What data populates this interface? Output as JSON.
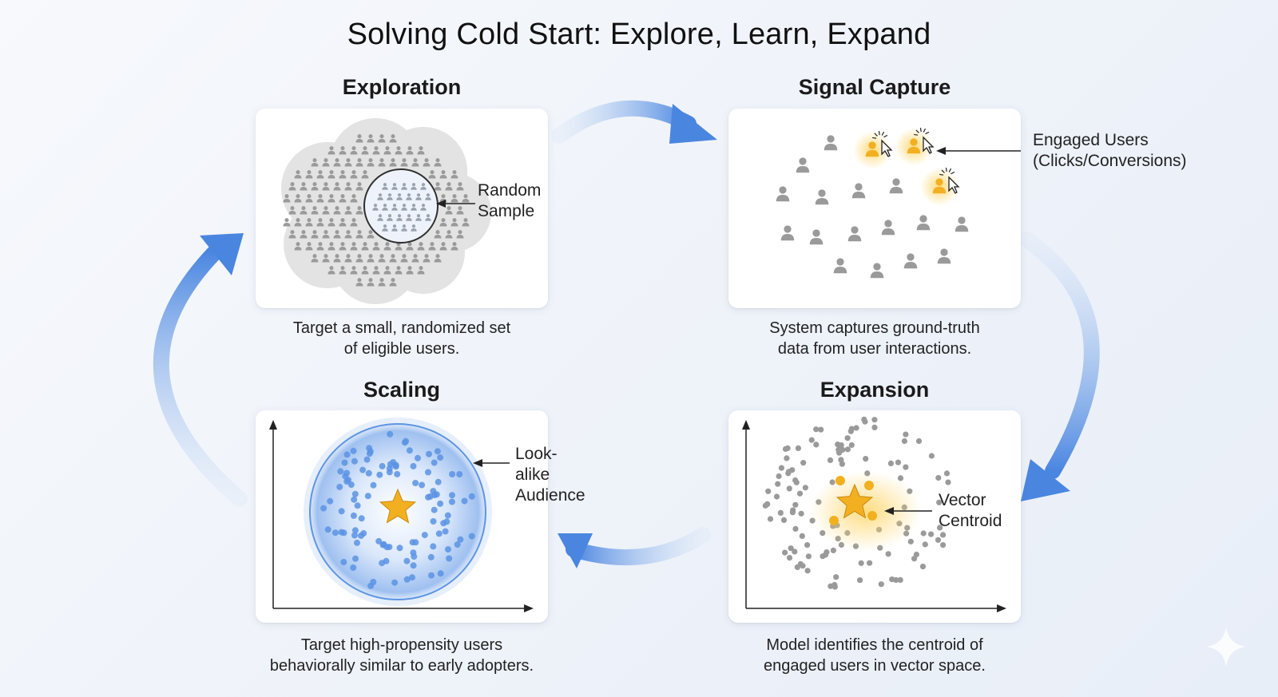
{
  "title": "Solving Cold Start: Explore, Learn, Expand",
  "stages": {
    "exploration": {
      "title": "Exploration",
      "callout": [
        "Random",
        "Sample"
      ],
      "caption": [
        "Target a small, randomized set",
        "of eligible users."
      ]
    },
    "signal_capture": {
      "title": "Signal Capture",
      "callout": [
        "Engaged Users",
        "(Clicks/Conversions)"
      ],
      "caption": [
        "System captures ground-truth",
        "data from user interactions."
      ]
    },
    "expansion": {
      "title": "Expansion",
      "callout": [
        "Vector",
        "Centroid"
      ],
      "caption": [
        "Model identifies the centroid of",
        "engaged users in vector space."
      ]
    },
    "scaling": {
      "title": "Scaling",
      "callout": [
        "Look-alike",
        "Audience"
      ],
      "caption": [
        "Target high-propensity users",
        "behaviorally similar to early adopters."
      ]
    }
  },
  "colors": {
    "accent_blue": "#4a86e0",
    "engaged_gold": "#f2b021",
    "user_gray": "#9a9a9a"
  },
  "icons": [
    "person-icon",
    "cursor-icon",
    "star-icon",
    "cycle-arrow-icon"
  ]
}
